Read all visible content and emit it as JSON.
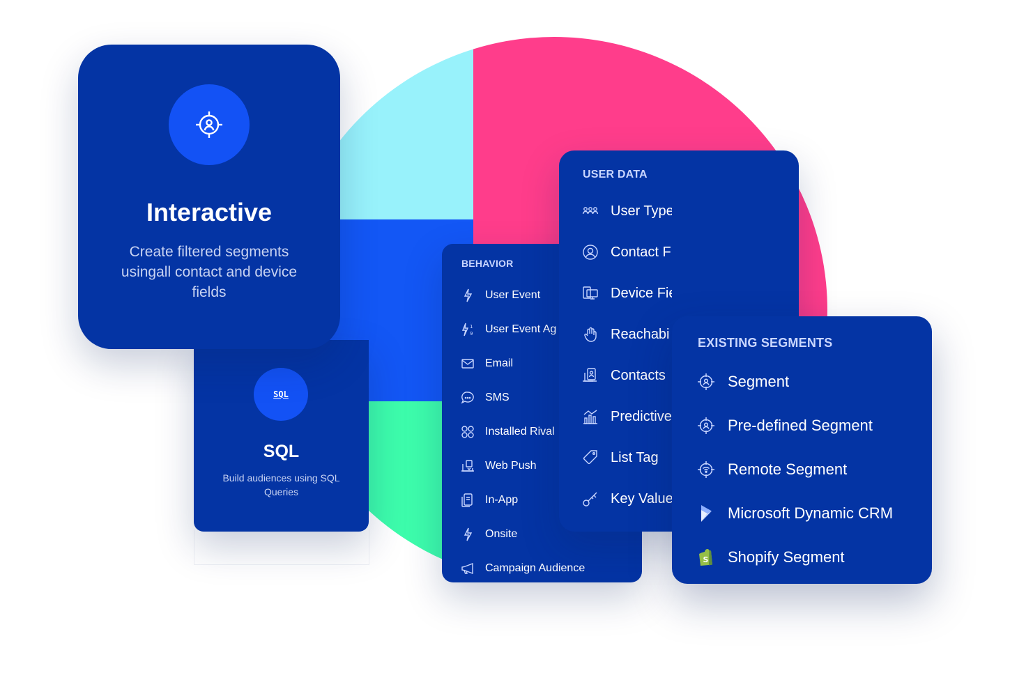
{
  "colors": {
    "card_bg": "#0434a4",
    "accent_blue": "#1352f5",
    "circle_cyan": "#98f2fb",
    "circle_pink": "#ff3d8b",
    "circle_blue": "#1357f5",
    "circle_green": "#3dfdac"
  },
  "interactive": {
    "title": "Interactive",
    "description": "Create filtered segments usingall contact and device fields",
    "icon": "target-user-icon"
  },
  "sql": {
    "title": "SQL",
    "description": "Build audiences using SQL Queries",
    "icon_text": "SQL"
  },
  "behavior": {
    "heading": "BEHAVIOR",
    "items": [
      {
        "label": "User Event",
        "icon": "bolt-icon"
      },
      {
        "label": "User Event Ag",
        "icon": "bolt-number-icon"
      },
      {
        "label": "Email",
        "icon": "mail-icon"
      },
      {
        "label": "SMS",
        "icon": "chat-bubble-icon"
      },
      {
        "label": "Installed Rival",
        "icon": "apps-grid-icon"
      },
      {
        "label": "Web Push",
        "icon": "web-push-icon"
      },
      {
        "label": "In-App",
        "icon": "in-app-icon"
      },
      {
        "label": "Onsite",
        "icon": "bolt-icon"
      },
      {
        "label": "Campaign Audience",
        "icon": "megaphone-icon"
      }
    ]
  },
  "user_data": {
    "heading": "USER DATA",
    "items": [
      {
        "label": "User Type",
        "icon": "users-icon"
      },
      {
        "label": "Contact Fields",
        "icon": "user-circle-icon"
      },
      {
        "label": "Device Fields",
        "icon": "devices-icon"
      },
      {
        "label": "Reachabi",
        "icon": "hand-icon"
      },
      {
        "label": "Contacts",
        "icon": "contacts-icon"
      },
      {
        "label": "Predictive",
        "icon": "chart-icon"
      },
      {
        "label": "List Tag",
        "icon": "tag-icon"
      },
      {
        "label": "Key Value",
        "icon": "key-icon"
      }
    ]
  },
  "existing_segments": {
    "heading": "EXISTING SEGMENTS",
    "items": [
      {
        "label": "Segment",
        "icon": "target-icon"
      },
      {
        "label": "Pre-defined Segment",
        "icon": "target-icon"
      },
      {
        "label": "Remote Segment",
        "icon": "remote-target-icon"
      },
      {
        "label": "Microsoft Dynamic CRM",
        "icon": "dynamics-logo-icon"
      },
      {
        "label": "Shopify Segment",
        "icon": "shopify-logo-icon"
      }
    ]
  }
}
